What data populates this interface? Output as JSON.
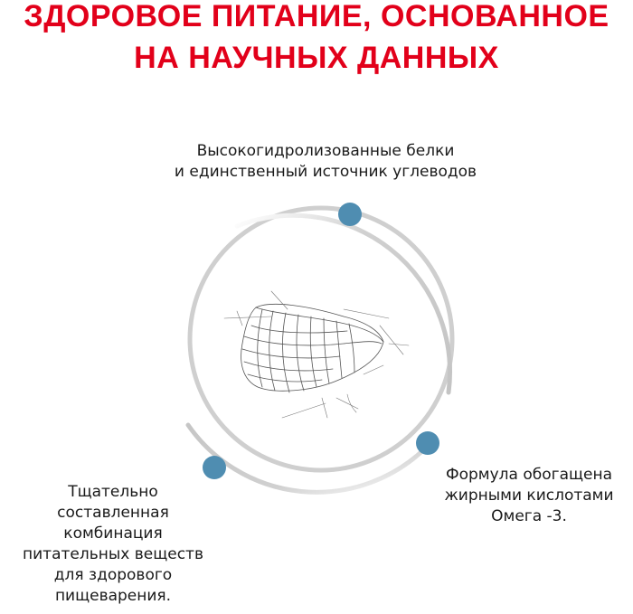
{
  "heading": {
    "line1": "ЗДОРОВОЕ ПИТАНИЕ, ОСНОВАННОЕ",
    "line2": "НА НАУЧНЫХ ДАННЫХ"
  },
  "features": {
    "top": {
      "lines": [
        "Высокогидролизованные белки",
        "и единственный источник углеводов"
      ]
    },
    "right": {
      "lines": [
        "Формула обогащена",
        "жирными кислотами",
        "Омега -3."
      ]
    },
    "left": {
      "lines": [
        "Тщательно",
        "составленная",
        "комбинация",
        "питательных веществ",
        "для здорового",
        "пищеварения."
      ]
    }
  },
  "colors": {
    "heading": "#e2001a",
    "dot": "#4f8db1",
    "ring": "#d8d8d8"
  },
  "icons": {
    "center": "kibble-sketch-icon"
  }
}
